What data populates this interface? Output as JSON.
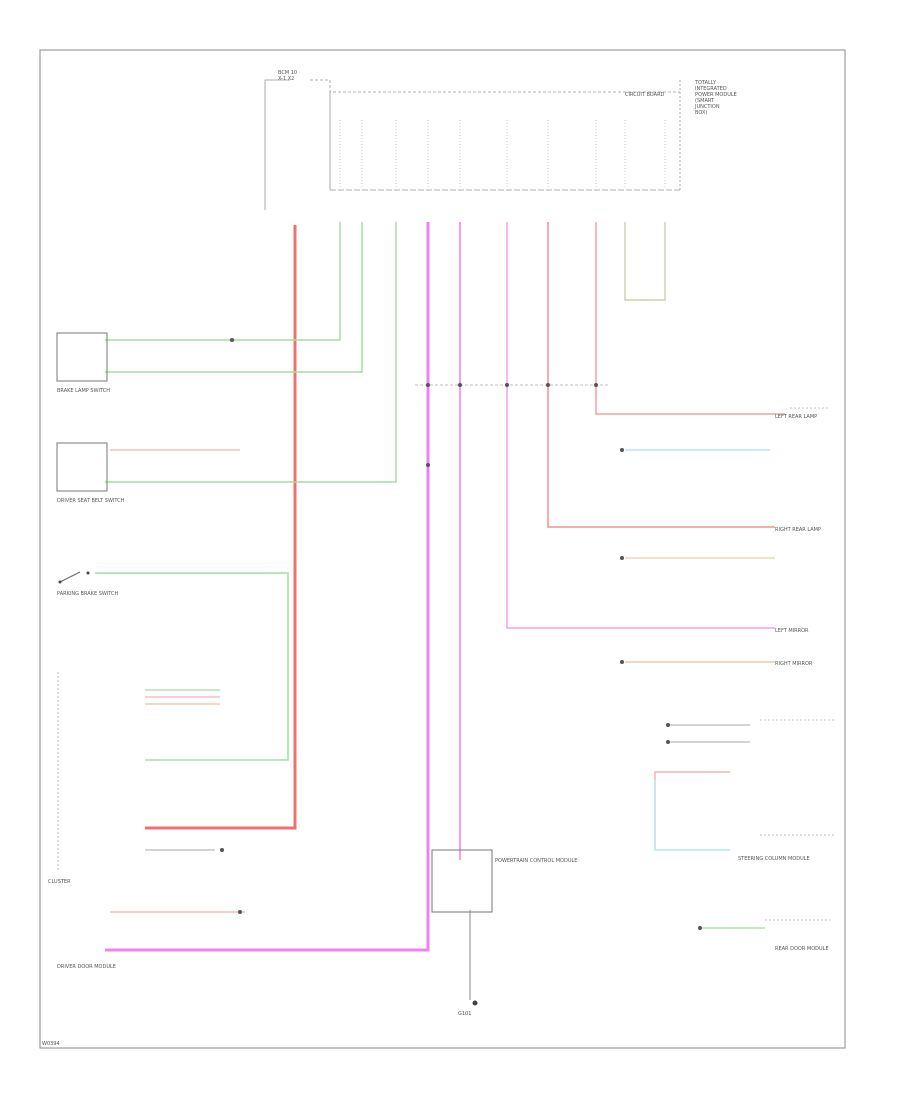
{
  "page": {
    "footer_code": "W0394"
  },
  "colors": {
    "red_wire": "#f08080",
    "magenta_wire": "#f090f0",
    "green_wire": "#a0e0a0",
    "cyan_wire": "#a0e8e8",
    "outline": "#777777"
  },
  "top_module": {
    "header": "BCM 10\nX-1 X2",
    "title_lines": [
      "TOTALLY",
      "INTEGRATED",
      "POWER MODULE",
      "(SMART",
      "JUNCTION",
      "BOX)"
    ],
    "subtitle": "CIRCUIT BOARD"
  },
  "left_components": [
    {
      "label": "BRAKE LAMP SWITCH"
    },
    {
      "label": "DRIVER SEAT BELT SWITCH"
    },
    {
      "label": "PARKING BRAKE SWITCH"
    },
    {
      "label": "CLUSTER"
    },
    {
      "label": "DRIVER DOOR MODULE"
    }
  ],
  "right_components": [
    {
      "label": "LEFT REAR LAMP"
    },
    {
      "label": "RIGHT REAR LAMP"
    },
    {
      "label": "LEFT MIRROR"
    },
    {
      "label": "RIGHT MIRROR"
    },
    {
      "label": "STEERING COLUMN MODULE"
    },
    {
      "label": "REAR DOOR MODULE"
    }
  ],
  "center_module": {
    "label": "POWERTRAIN CONTROL MODULE"
  },
  "ground": {
    "label": "G101"
  }
}
